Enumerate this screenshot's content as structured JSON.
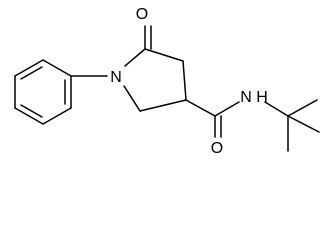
{
  "molecule": {
    "atom_labels": {
      "ring_carbonyl_oxygen": "O",
      "ring_nitrogen": "N",
      "amide_oxygen": "O",
      "amide_nitrogen": "N",
      "amide_hydrogen": "H"
    },
    "colors": {
      "bond": "#000000",
      "label": "#000000",
      "background": "#ffffff"
    }
  }
}
